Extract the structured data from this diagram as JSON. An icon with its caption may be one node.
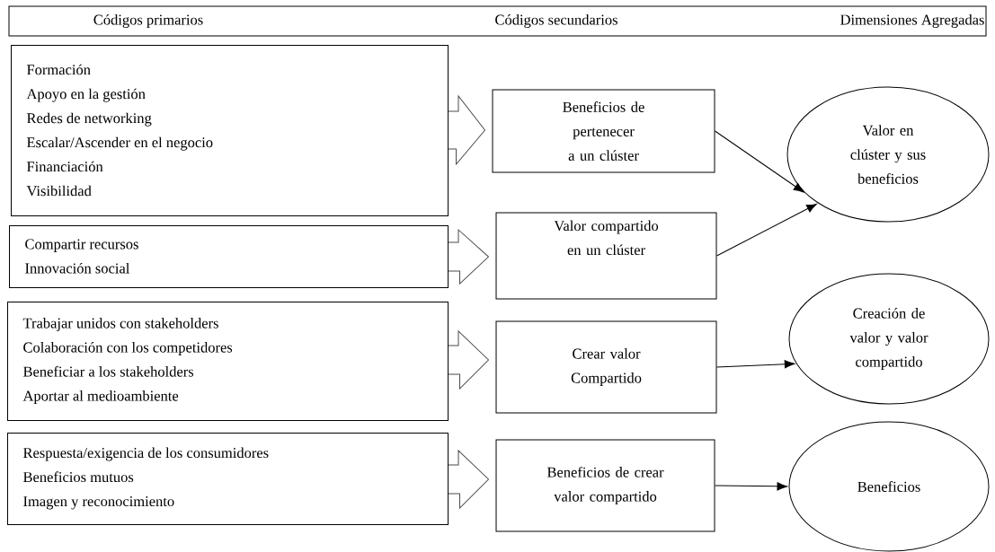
{
  "diagram": {
    "nodes": [
      {
        "text": [
          "Códigos primarios",
          "Códigos secundarios",
          "Dimensiones Agregadas"
        ]
      },
      {
        "text": [
          "Formación",
          "Apoyo en la gestión",
          "Redes de networking",
          "Escalar/Ascender en el negocio",
          "Financiación",
          "Visibilidad"
        ]
      },
      {
        "text": [
          "Compartir recursos",
          "Innovación social"
        ]
      },
      {
        "text": [
          "Trabajar unidos con stakeholders",
          "Colaboración con los competidores",
          "Beneficiar a los stakeholders",
          "Aportar al medioambiente"
        ]
      },
      {
        "text": [
          "Respuesta/exigencia de los consumidores",
          "Beneficios mutuos",
          "Imagen y reconocimiento"
        ]
      },
      {
        "text": [
          "Beneficios de pertenecer a un clúster"
        ]
      },
      {
        "text": [
          "Valor compartido en un clúster"
        ]
      },
      {
        "text": [
          "Crear valor Compartido"
        ]
      },
      {
        "text": [
          "Beneficios de crear valor compartido"
        ]
      },
      {
        "text": [
          "Valor en clúster y sus beneficios"
        ]
      },
      {
        "text": [
          "Creación de valor y valor compartido"
        ]
      },
      {
        "text": [
          "Beneficios"
        ]
      }
    ],
    "edges": [
      {
        "from": 1,
        "to": 5,
        "arrow": "to"
      },
      {
        "from": 2,
        "to": 6,
        "arrow": "to"
      },
      {
        "from": 3,
        "to": 7,
        "arrow": "to"
      },
      {
        "from": 4,
        "to": 8,
        "arrow": "to"
      },
      {
        "from": 5,
        "to": 9,
        "arrow": "to"
      },
      {
        "from": 6,
        "to": 9,
        "arrow": "to"
      },
      {
        "from": 7,
        "to": 10,
        "arrow": "to"
      },
      {
        "from": 8,
        "to": 11,
        "arrow": "to"
      }
    ]
  }
}
